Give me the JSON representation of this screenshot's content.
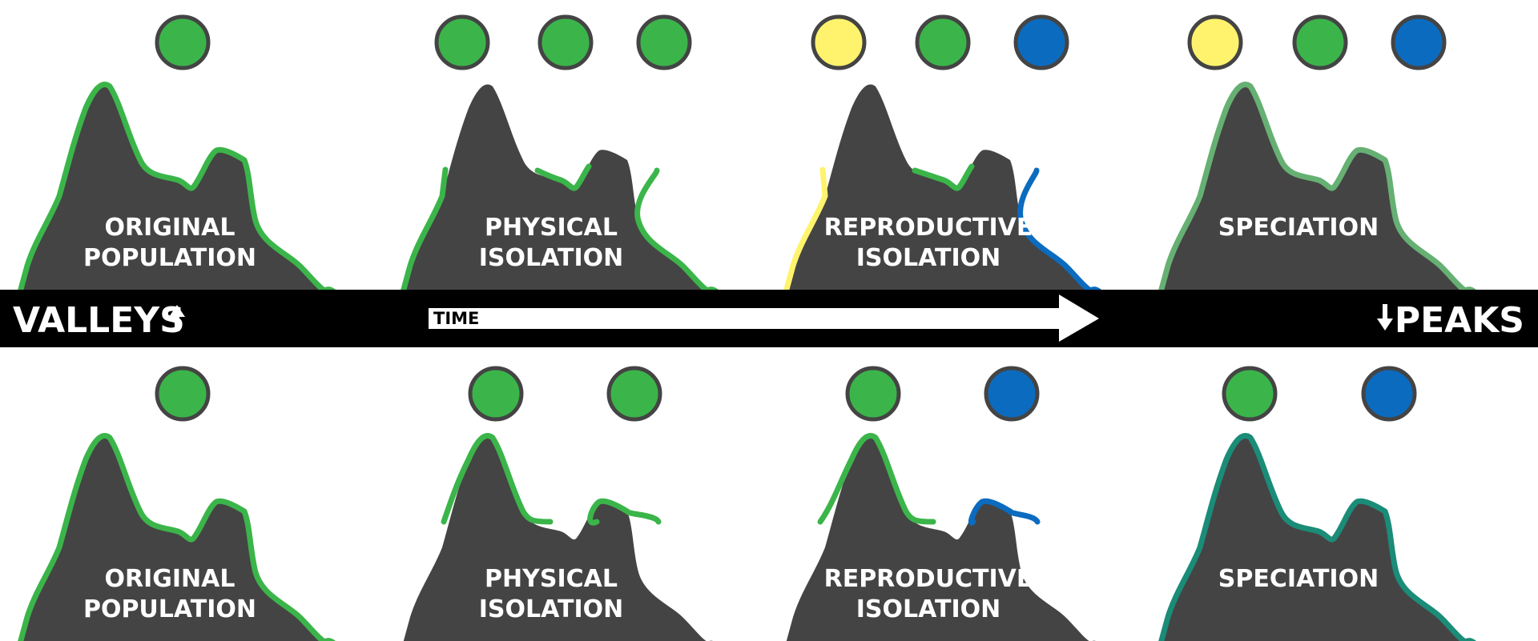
{
  "band": {
    "left_label": "VALLEYS",
    "left_arrow_icon": "arrow-up-icon",
    "time_label": "TIME",
    "right_label": "PEAKS",
    "right_arrow_icon": "arrow-down-icon"
  },
  "colors": {
    "mountain": "#444444",
    "green": "#3bb54a",
    "yellow": "#fff36d",
    "blue": "#0b6bbf",
    "dot_border": "#444444",
    "band": "#000000",
    "speciation_top_outline": "#66b073",
    "speciation_bottom_outline": "#1a8c78"
  },
  "rows": [
    {
      "name": "valleys",
      "panels": [
        {
          "title_line1": "ORIGINAL",
          "title_line2": "POPULATION",
          "dots": [
            "green"
          ]
        },
        {
          "title_line1": "PHYSICAL",
          "title_line2": "ISOLATION",
          "dots": [
            "green",
            "green",
            "green"
          ]
        },
        {
          "title_line1": "REPRODUCTIVE",
          "title_line2": "ISOLATION",
          "dots": [
            "yellow",
            "green",
            "blue"
          ]
        },
        {
          "title_line1": "SPECIATION",
          "title_line2": "",
          "dots": [
            "yellow",
            "green",
            "blue"
          ]
        }
      ]
    },
    {
      "name": "peaks",
      "panels": [
        {
          "title_line1": "ORIGINAL",
          "title_line2": "POPULATION",
          "dots": [
            "green"
          ]
        },
        {
          "title_line1": "PHYSICAL",
          "title_line2": "ISOLATION",
          "dots": [
            "green",
            "green"
          ]
        },
        {
          "title_line1": "REPRODUCTIVE",
          "title_line2": "ISOLATION",
          "dots": [
            "green",
            "blue"
          ]
        },
        {
          "title_line1": "SPECIATION",
          "title_line2": "",
          "dots": [
            "green",
            "blue"
          ]
        }
      ]
    }
  ]
}
